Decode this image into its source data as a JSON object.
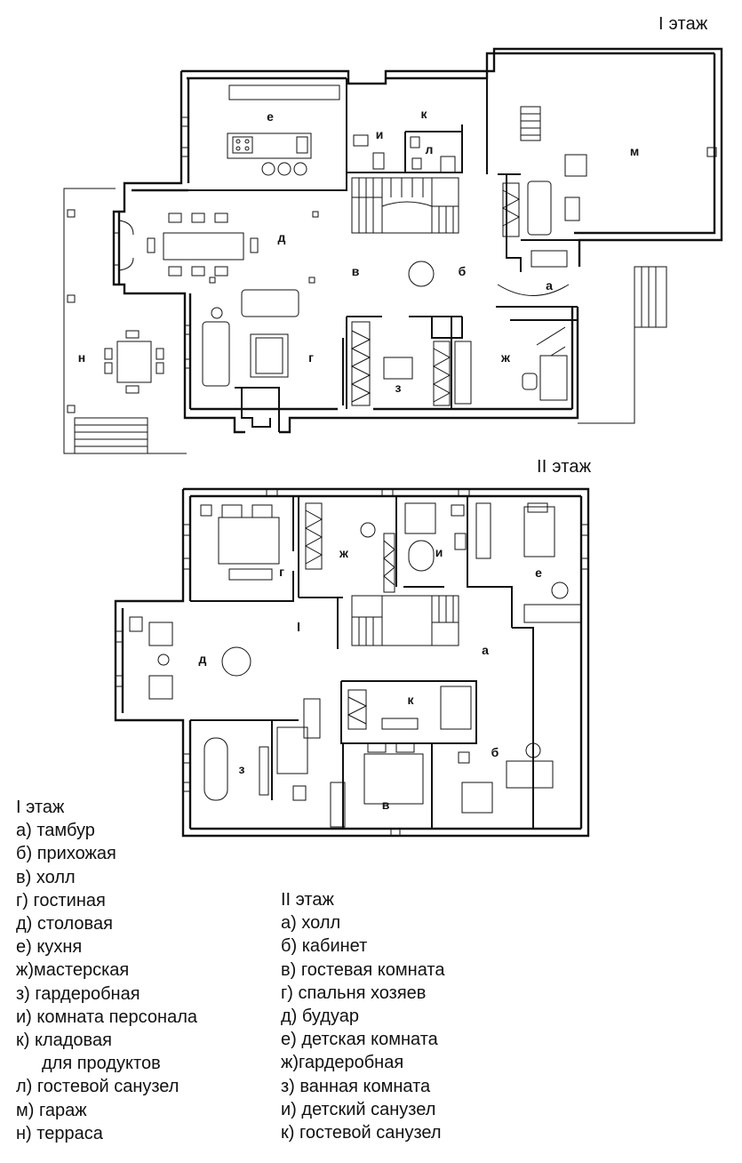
{
  "floor1": {
    "title": "I этаж",
    "rooms": [
      {
        "letter": "а"
      },
      {
        "letter": "б"
      },
      {
        "letter": "в"
      },
      {
        "letter": "г"
      },
      {
        "letter": "д"
      },
      {
        "letter": "е"
      },
      {
        "letter": "ж"
      },
      {
        "letter": "з"
      },
      {
        "letter": "и"
      },
      {
        "letter": "к"
      },
      {
        "letter": "л"
      },
      {
        "letter": "м"
      },
      {
        "letter": "н"
      }
    ]
  },
  "floor2": {
    "title": "II этаж",
    "rooms": [
      {
        "letter": "а"
      },
      {
        "letter": "б"
      },
      {
        "letter": "в"
      },
      {
        "letter": "г"
      },
      {
        "letter": "д"
      },
      {
        "letter": "е"
      },
      {
        "letter": "ж"
      },
      {
        "letter": "з"
      },
      {
        "letter": "и"
      },
      {
        "letter": "к"
      }
    ]
  },
  "legend1": {
    "title": "I этаж",
    "items": [
      {
        "key": "а)",
        "text": "тамбур"
      },
      {
        "key": "б)",
        "text": "прихожая"
      },
      {
        "key": "в)",
        "text": "холл"
      },
      {
        "key": "г)",
        "text": "гостиная"
      },
      {
        "key": "д)",
        "text": "столовая"
      },
      {
        "key": "е)",
        "text": "кухня"
      },
      {
        "key": "ж)",
        "text": "мастерская"
      },
      {
        "key": "з)",
        "text": "гардеробная"
      },
      {
        "key": "и)",
        "text": "комната персонала"
      },
      {
        "key": "к)",
        "text": "кладовая",
        "text2": "для продуктов"
      },
      {
        "key": "л)",
        "text": "гостевой санузел"
      },
      {
        "key": "м)",
        "text": "гараж"
      },
      {
        "key": "н)",
        "text": "терраса"
      }
    ]
  },
  "legend2": {
    "title": "II этаж",
    "items": [
      {
        "key": "а)",
        "text": "холл"
      },
      {
        "key": "б)",
        "text": "кабинет"
      },
      {
        "key": "в)",
        "text": "гостевая комната"
      },
      {
        "key": "г)",
        "text": "спальня хозяев"
      },
      {
        "key": "д)",
        "text": "будуар"
      },
      {
        "key": "е)",
        "text": "детская комната"
      },
      {
        "key": "ж)",
        "text": "гардеробная"
      },
      {
        "key": "з)",
        "text": "ванная комната"
      },
      {
        "key": "и)",
        "text": "детский санузел"
      },
      {
        "key": "к)",
        "text": "гостевой санузел"
      }
    ]
  }
}
